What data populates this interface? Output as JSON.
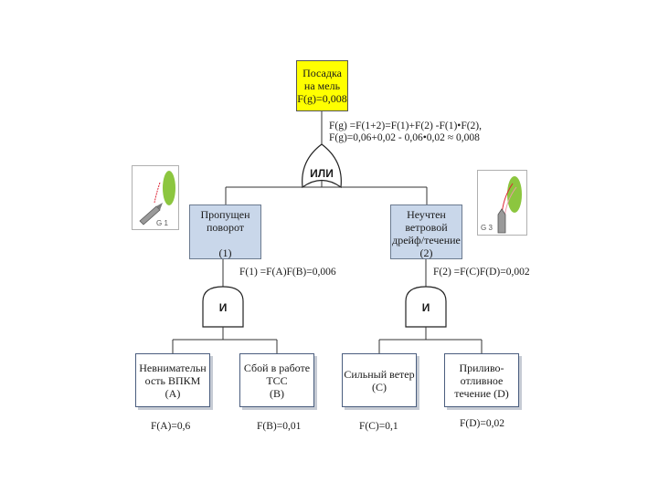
{
  "top_event": {
    "line1": "Посадка",
    "line2": "на мель",
    "line3": "F(g)=0,008"
  },
  "top_formula": {
    "line1": "F(g) =F(1+2)=F(1)+F(2) -F(1)•F(2),",
    "line2": "F(g)=0,06+0,02 - 0,06•0,02 ≈ 0,008"
  },
  "gates": {
    "or_label": "ИЛИ",
    "and_left_label": "И",
    "and_right_label": "И"
  },
  "side_images": {
    "left_label": "G 1",
    "right_label": "G 3",
    "accent_color": "#8cc63f"
  },
  "event_1": {
    "line1": "Пропущен",
    "line2": "поворот",
    "line3": "(1)",
    "formula": "F(1) =F(A)F(B)=0,006"
  },
  "event_2": {
    "line1": "Неучтен",
    "line2": "ветровой",
    "line3": "дрейф/течение",
    "line4": "(2)",
    "formula": "F(2) =F(C)F(D)=0,002"
  },
  "leaves": [
    {
      "line1": "Невнимательн",
      "line2": "ость ВПКМ",
      "line3": "(A)",
      "prob": "F(A)=0,6"
    },
    {
      "line1": "Сбой в работе",
      "line2": "ТСС",
      "line3": "(B)",
      "prob": "F(B)=0,01"
    },
    {
      "line1": "Сильный ветер",
      "line2": "(C)",
      "line3": "",
      "prob": "F(C)=0,1"
    },
    {
      "line1": "Приливо-",
      "line2": "отливное",
      "line3": "течение (D)",
      "prob": "F(D)=0,02"
    }
  ],
  "colors": {
    "top_event_fill": "#ffff00",
    "intermediate_fill": "#c9d7ea",
    "leaf_fill": "#ffffff"
  }
}
